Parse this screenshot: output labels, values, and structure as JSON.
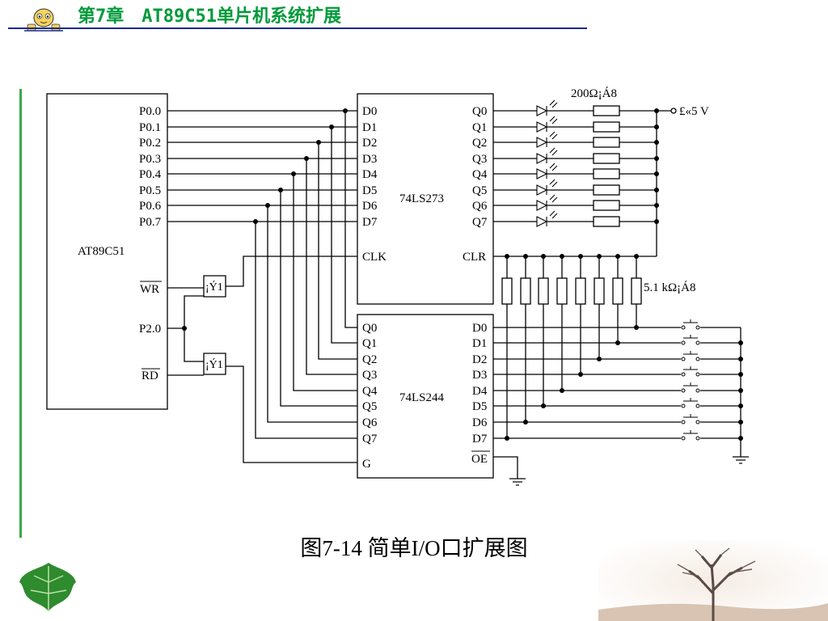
{
  "header": {
    "title": "第7章　AT89C51单片机系统扩展",
    "accent_color": "#009a3a",
    "rule_color": "#1a2a8a"
  },
  "schematic": {
    "mcu": {
      "name": "AT89C51",
      "ports": [
        "P0.0",
        "P0.1",
        "P0.2",
        "P0.3",
        "P0.4",
        "P0.5",
        "P0.6",
        "P0.7"
      ],
      "wr": "WR",
      "p20": "P2.0",
      "rd": "RD"
    },
    "latch": {
      "name": "74LS273",
      "d_pins": [
        "D0",
        "D1",
        "D2",
        "D3",
        "D4",
        "D5",
        "D6",
        "D7"
      ],
      "q_pins": [
        "Q0",
        "Q1",
        "Q2",
        "Q3",
        "Q4",
        "Q5",
        "Q6",
        "Q7"
      ],
      "clk": "CLK",
      "clr": "CLR"
    },
    "buffer": {
      "name": "74LS244",
      "q_pins": [
        "Q0",
        "Q1",
        "Q2",
        "Q3",
        "Q4",
        "Q5",
        "Q6",
        "Q7"
      ],
      "d_pins": [
        "D0",
        "D1",
        "D2",
        "D3",
        "D4",
        "D5",
        "D6",
        "D7"
      ],
      "g": "G",
      "oe": "OE"
    },
    "gate1_label": "¡Ý1",
    "gate2_label": "¡Ý1",
    "led_resistor_label": "200Ω¡Á8",
    "vcc_label": "£«5 V",
    "pullup_label": "5.1 kΩ¡Á8"
  },
  "caption": "图7-14  简单I/O口扩展图"
}
